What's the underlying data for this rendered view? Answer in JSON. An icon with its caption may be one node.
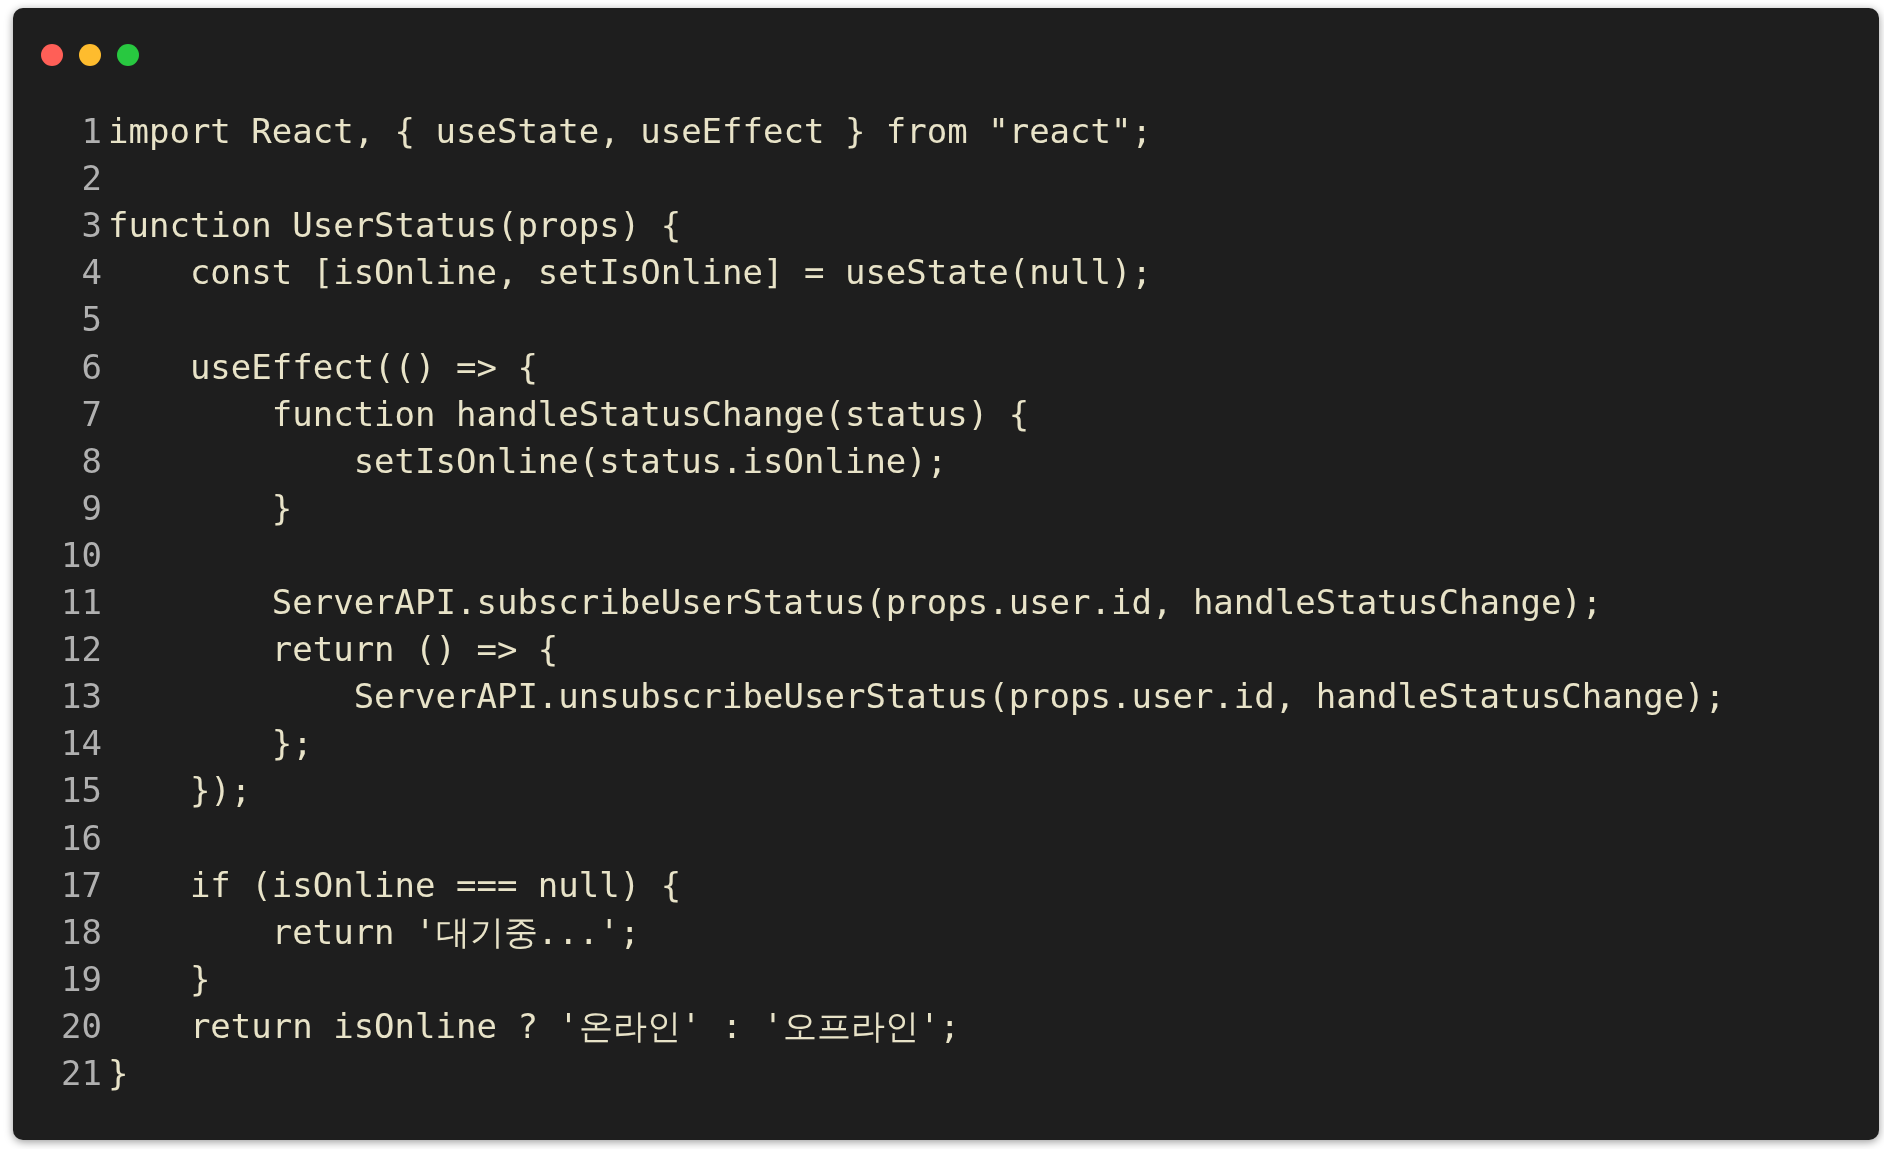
{
  "diagram": {
    "labels": [
      "1",
      "import React, { useState, useEffect } from \"react\";",
      "2",
      "3",
      "function UserStatus(props) {",
      "4",
      "    const [isOnline, setIsOnline] = useState(null);",
      "5",
      "6",
      "    useEffect(() => {",
      "7",
      "        function handleStatusChange(status) {",
      "8",
      "            setIsOnline(status.isOnline);",
      "9",
      "        }",
      "10",
      "11",
      "        ServerAPI.subscribeUserStatus(props.user.id, handleStatusChange);",
      "12",
      "        return () => {",
      "13",
      "            ServerAPI.unsubscribeUserStatus(props.user.id, handleStatusChange);",
      "14",
      "        };",
      "15",
      "    });",
      "16",
      "17",
      "    if (isOnline === null) {",
      "18",
      "        return '대기중...';",
      "19",
      "    }",
      "20",
      "    return isOnline ? '온라인' : '오프라인';",
      "21",
      "}"
    ]
  }
}
